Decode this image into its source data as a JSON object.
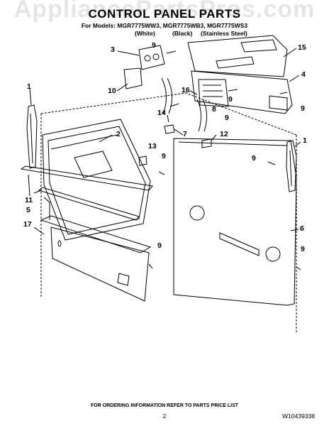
{
  "watermark": "AppliancePartsPros.com",
  "header": {
    "title": "CONTROL PANEL PARTS",
    "models": "For Models: MGR7775WW3, MGR7775WB3, MGR7775WS3",
    "variants": [
      "(White)",
      "(Black)",
      "(Stainless Steel)"
    ]
  },
  "callouts": [
    "1",
    "2",
    "3",
    "4",
    "5",
    "6",
    "7",
    "8",
    "9",
    "10",
    "11",
    "12",
    "13",
    "14",
    "15",
    "16",
    "17"
  ],
  "footer": {
    "ordering_note": "FOR ORDERING INFORMATION REFER TO PARTS PRICE LIST",
    "page_number": "2",
    "doc_id": "W10439338"
  }
}
